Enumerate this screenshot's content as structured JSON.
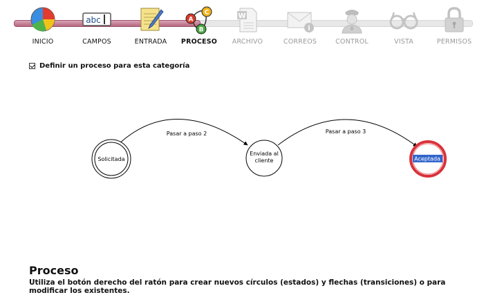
{
  "wizard": {
    "steps": [
      {
        "label": "INICIO",
        "icon": "pie-chart-icon",
        "state": "done"
      },
      {
        "label": "CAMPOS",
        "icon": "abc-text-field-icon",
        "state": "done"
      },
      {
        "label": "ENTRADA",
        "icon": "notepad-pencil-icon",
        "state": "done"
      },
      {
        "label": "PROCESO",
        "icon": "process-abc-circles-icon",
        "state": "active"
      },
      {
        "label": "ARCHIVO",
        "icon": "word-document-icon",
        "state": "disabled"
      },
      {
        "label": "CORREOS",
        "icon": "envelope-info-icon",
        "state": "disabled"
      },
      {
        "label": "CONTROL",
        "icon": "police-officer-icon",
        "state": "disabled"
      },
      {
        "label": "VISTA",
        "icon": "glasses-icon",
        "state": "disabled"
      },
      {
        "label": "PERMISOS",
        "icon": "padlock-icon",
        "state": "disabled"
      }
    ],
    "icon_text": {
      "abc": "abc",
      "a": "A",
      "b": "B",
      "c": "C"
    }
  },
  "define_process": {
    "checked": true,
    "label": "Definir un proceso para esta categoría"
  },
  "diagram": {
    "states": [
      {
        "id": "solicitada",
        "label": "Solicitada",
        "kind": "initial"
      },
      {
        "id": "enviada",
        "label_line1": "Enviada al",
        "label_line2": "cliente",
        "kind": "normal"
      },
      {
        "id": "aceptada",
        "label": "Aceptada",
        "kind": "final",
        "selected": true
      }
    ],
    "transitions": [
      {
        "from": "solicitada",
        "to": "enviada",
        "label": "Pasar a paso 2"
      },
      {
        "from": "enviada",
        "to": "aceptada",
        "label": "Pasar a paso 3"
      }
    ],
    "colors": {
      "final_ring": "#d9323a",
      "selection": "#3366cc"
    }
  },
  "footer": {
    "title": "Proceso",
    "help": "Utiliza el botón derecho del ratón para crear nuevos círculos (estados) y flechas (transiciones) o para modificar los existentes."
  }
}
